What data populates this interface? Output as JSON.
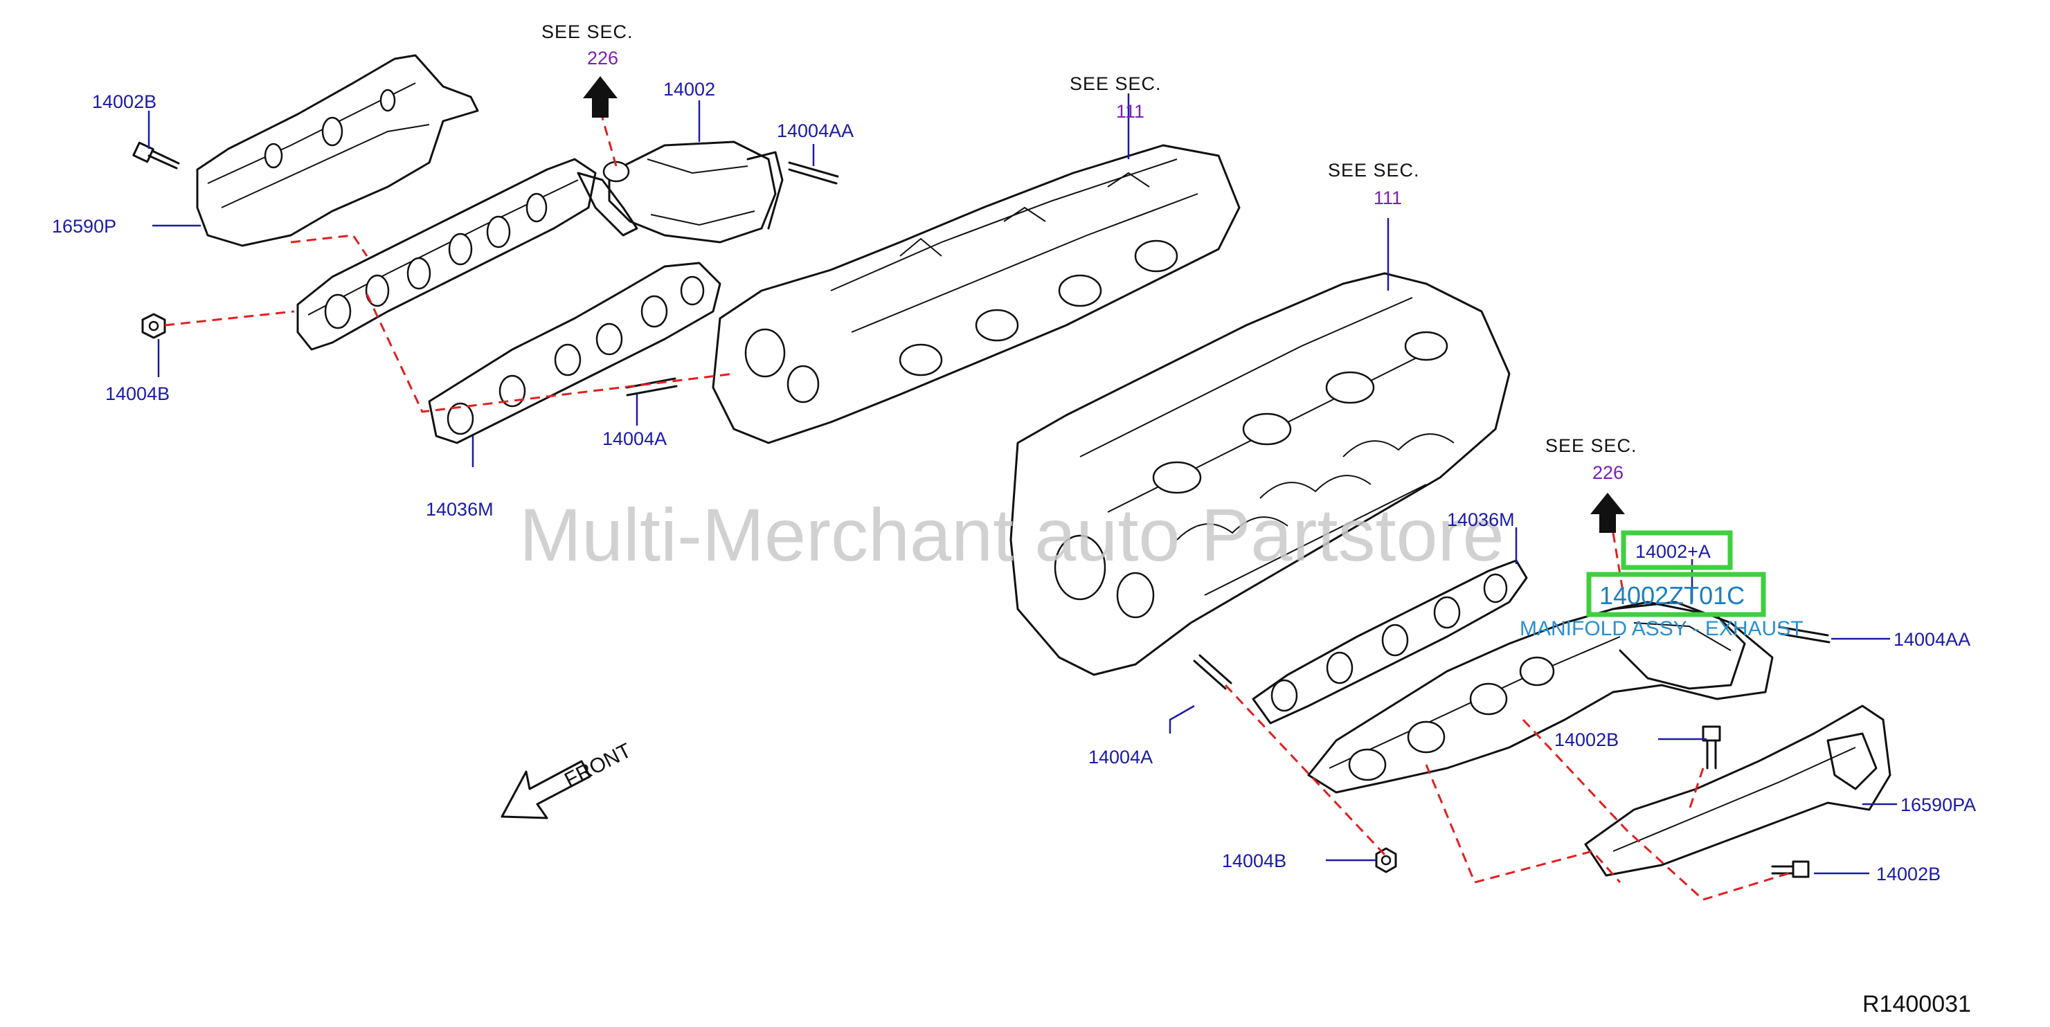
{
  "labels": {
    "l14002B_top": "14002B",
    "l16590P": "16590P",
    "l14004B_left": "14004B",
    "l14002_top": "14002",
    "l14004AA_top": "14004AA",
    "l14004A_left": "14004A",
    "l14036M_left": "14036M",
    "l14036M_right": "14036M",
    "l14004A_right": "14004A",
    "l14004AA_right": "14004AA",
    "l14002B_right1": "14002B",
    "l16590PA": "16590PA",
    "l14002B_right2": "14002B",
    "l14004B_right": "14004B"
  },
  "see_sections": {
    "see_text": "SEE   SEC.",
    "sec_top_left": "226",
    "sec_mid_left": "111",
    "sec_mid_right": "111",
    "sec_right": "226"
  },
  "highlight": {
    "part_ref": "14002+A",
    "part_number": "14002ZT01C",
    "description": "MANIFOLD ASSY - EXHAUST"
  },
  "front_label": "FRONT",
  "watermark": "Multi-Merchant auto Partstore",
  "diagram_ref": "R1400031",
  "colors": {
    "label_blue": "#1a1aa8",
    "section_purple": "#7a1fb4",
    "dashed_red": "#e02020",
    "highlight_green": "#3fcf3f",
    "highlight_text": "#1a7fc0"
  }
}
